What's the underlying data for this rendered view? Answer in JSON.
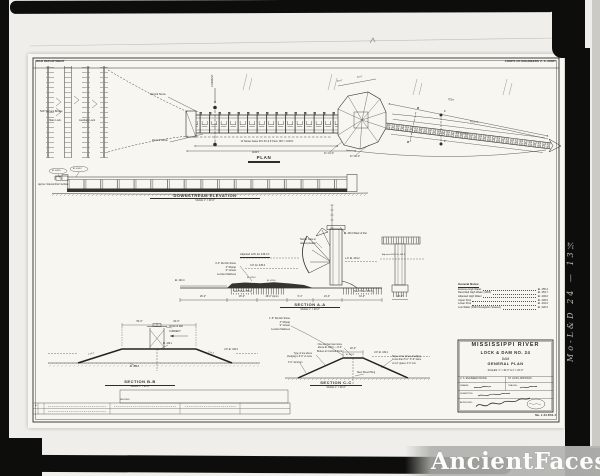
{
  "photo": {
    "watermark_text": "AncientFaces",
    "negative_note": "Mo-L&D 24 — 13¼"
  },
  "sheet_header": {
    "left": "WAR DEPARTMENT",
    "right": "CORPS OF ENGINEERS U. S. ARMY"
  },
  "plan": {
    "title": "PLAN",
    "service_bridge": "520' Service Bridge",
    "main_lock": "Main Lock",
    "aux_lock": "Auxiliary Lock",
    "derrick_stone_upper": "Derrick Stone",
    "derrick_stone_lower": "Derrick Stone",
    "current": "CURRENT",
    "rock_fill": "Rock Fill",
    "dike_stone": "Derrick Stone",
    "dim_gates": "14 Tainter Gates 30'x 64' & 6' Piers, 80'± = 1040'±",
    "dim_total": "1160'±",
    "dim_dike": "750'±",
    "dim_29": "29'-0\"",
    "dim_39": "39'-0\"",
    "r80": "R = 80'-0\"",
    "r16": "R = 16'-0\"",
    "cut_b": "B",
    "cut_c": "C"
  },
  "elevation": {
    "title": "DOWNSTREAM  ELEVATION",
    "scale": "SCALE: 1\" = 40'-0\"",
    "rock_surface": "Approx. Natural Rock Surface",
    "el_left_1": "El. 449.0",
    "el_left_2": "El. 434.2"
  },
  "section_a": {
    "title": "SECTION  A-A",
    "scale": "SCALE: 1\" = 20'-0\"",
    "gate_note_1": "Tainter Gate in",
    "gate_note_2": "raised position",
    "adj_hw": "Adjusted H.W. El. 449.0 ±",
    "up": "U.P. El. 445.0",
    "lp": "L.P. El. 434.2",
    "back_pier": "El. 463.0 Back of Pier",
    "el_4204": "El. 420.4",
    "el_4290": "El. 429.0",
    "el_4250": "El. 425.0",
    "mat_1": "4'-0\" Derrick Stone",
    "mat_2": "3\" Riprap",
    "mat_3": "9\" Gravel",
    "mat_4": "Lumber Mattress",
    "piling_left": "Steel Sheet Piling",
    "piling_right": "Steel Sheet Piling",
    "pier_hw": "Adjusted H.W. El. 449.0",
    "pier_dim": "24'-0\"",
    "dims": [
      "26'-0\"",
      "45'-0\"",
      "48'-0\" Apron",
      "5'-4\"",
      "24'-0\"",
      "34'-0\""
    ],
    "pier_mat_1": "1'-6\" Derrick Stone",
    "pier_mat_2": "3\" Riprap",
    "pier_mat_3": "9\" Gravel",
    "pier_mat_4": "Lumber Mattress"
  },
  "general_notes": {
    "title": "General Notes:",
    "items": [
      {
        "label": "Extreme High Water",
        "value": "El. 455.4"
      },
      {
        "label": "Recorded High Water (1903)",
        "value": "El. 453.7"
      },
      {
        "label": "Adjusted High Water",
        "value": "El. 449.0"
      },
      {
        "label": "Upper Pool",
        "value": "El. 445.0"
      },
      {
        "label": "Lower Pool",
        "value": "El. 434.2"
      },
      {
        "label": "Low Water (1933 Navigation Season)",
        "value": "El. 420.2"
      }
    ]
  },
  "section_b": {
    "title": "SECTION  B-B",
    "scale": "SCALE: 1\" = 20'-0\"",
    "dim_50": "50'-0\"",
    "dim_62": "62'-0\"",
    "crown_rail": "Crown of Rail",
    "current": "CURRENT",
    "el_4491": "El. 449.1",
    "el_4200": "El. 420.0",
    "up_el": "U.P. El. 449.2",
    "slope_l": "1 on 2",
    "slope_r": "1 on 2"
  },
  "section_c": {
    "title": "SECTION  C-C",
    "scale": "SCALE: 1\" = 20'-0\"",
    "dim_20": "20'-0\"",
    "el_4492": "El. 449.2",
    "up_el": "U.P. El. 449.2",
    "note_stone_1": "One and two man stone",
    "note_stone_2": "above El. 440.0 — 8'-0\"",
    "note_stone_3": "Broken to Crushed Rock",
    "note_toe_1": "Type of toe where",
    "note_toe_2": "dredging is 5'-0\" or more",
    "note_min": "3'-0\" minimum",
    "note_slope_1": "Slope of toe where dredging",
    "note_slope_2": "is less than 5'-0\": 6\"-9\" stone",
    "note_slope_3": "on 12\" gravel, 3'-0\" min.",
    "piling": "Steel Sheet Piling"
  },
  "title_block": {
    "line1": "MISSISSIPPI  RIVER",
    "line2": "LOCK & DAM NO. 24",
    "line3": "DAM",
    "line4": "GENERAL PLAN",
    "scales": "SCALES: 1\" = 40'-0\"  &  1\" = 20'-0\"",
    "office": "U. S. ENGINEER OFFICE",
    "office_loc": "ST. LOUIS, MISSOURI",
    "drawn": "DRAWN:",
    "traced": "TRACED:",
    "submitted": "SUBMITTED:",
    "approved": "APPROVED:",
    "drawing_no": "No. L 24  45/1.1"
  },
  "revisions": {
    "mark": "A",
    "note": "REVISED"
  }
}
